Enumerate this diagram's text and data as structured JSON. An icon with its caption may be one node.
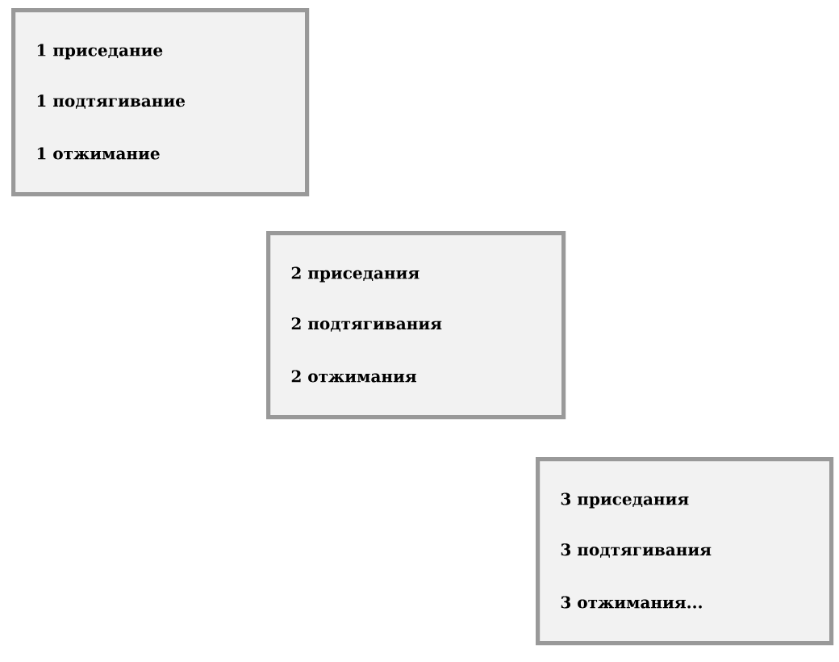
{
  "diagram": {
    "nodes": [
      {
        "text": [
          "1 приседание",
          "1 подтягивание",
          "1 отжимание"
        ]
      },
      {
        "text": [
          "2 приседания",
          "2 подтягивания",
          "2 отжимания"
        ]
      },
      {
        "text": [
          "3 приседания",
          "3 подтягивания",
          "3 отжимания..."
        ]
      }
    ]
  }
}
